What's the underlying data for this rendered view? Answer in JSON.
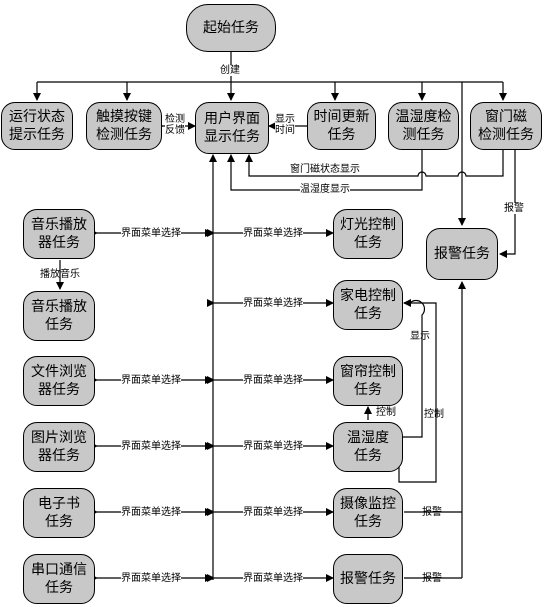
{
  "tasks": {
    "start": "起始任务",
    "run_status": "运行状态\n提示任务",
    "touch_key": "触摸按键\n检测任务",
    "ui_display": "用户界面\n显示任务",
    "time_update": "时间更新\n任务",
    "temp_humid_detect": "温湿度检\n测任务",
    "window_door_detect": "窗门磁\n检测任务",
    "alarm_mid": "报警任务",
    "music_player": "音乐播放\n器任务",
    "music_play": "音乐播放\n任务",
    "file_browser": "文件浏览\n器任务",
    "image_browser": "图片浏览\n器任务",
    "ebook": "电子书\n任务",
    "serial_comm": "串口通信\n任务",
    "light_ctrl": "灯光控制\n任务",
    "appliance_ctrl": "家电控制\n任务",
    "curtain_ctrl": "窗帘控制\n任务",
    "temp_humid": "温湿度\n任务",
    "camera_monitor": "摄像监控\n任务",
    "alarm_bottom": "报警任务"
  },
  "labels": {
    "create": "创建",
    "detect_feedback": "检测\n反馈",
    "show_time": "显示\n时间",
    "window_status_display": "窗门磁状态显示",
    "temp_humid_display": "温湿度显示",
    "alarm": "报警",
    "menu_select": "界面菜单选择",
    "play_music": "播放音乐",
    "display": "显示",
    "control": "控制"
  }
}
